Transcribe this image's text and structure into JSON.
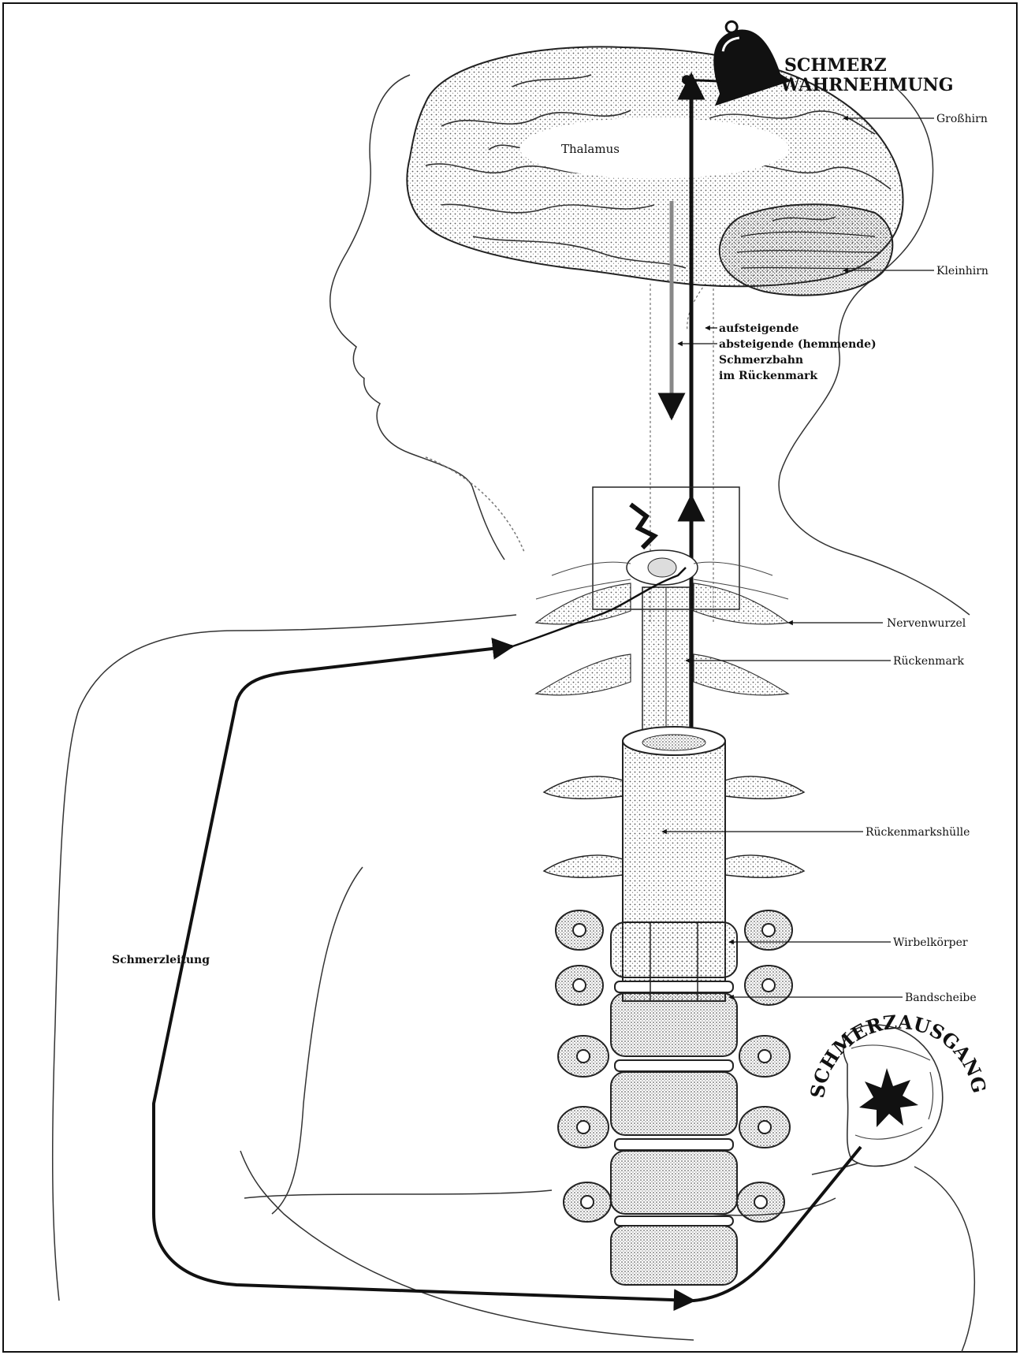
{
  "title": {
    "line1": "SCHMERZ",
    "line2": "WAHRNEHMUNG"
  },
  "labels": {
    "thalamus": "Thalamus",
    "grosshirn": "Großhirn",
    "kleinhirn": "Kleinhirn",
    "pathway_line1": "aufsteigende",
    "pathway_line2": "absteigende (hemmende)",
    "pathway_line3": "Schmerzbahn",
    "pathway_line4": "im Rückenmark",
    "nervenwurzel": "Nervenwurzel",
    "rueckenmark": "Rückenmark",
    "rueckenmarkshuelle": "Rückenmarkshülle",
    "wirbelkoerper": "Wirbelkörper",
    "bandscheibe": "Bandscheibe",
    "schmerzleitung": "Schmerzleitung",
    "schmerzausgang": "SCHMERZAUSGANG"
  },
  "icons": [
    "bell-icon",
    "pain-star-icon"
  ]
}
